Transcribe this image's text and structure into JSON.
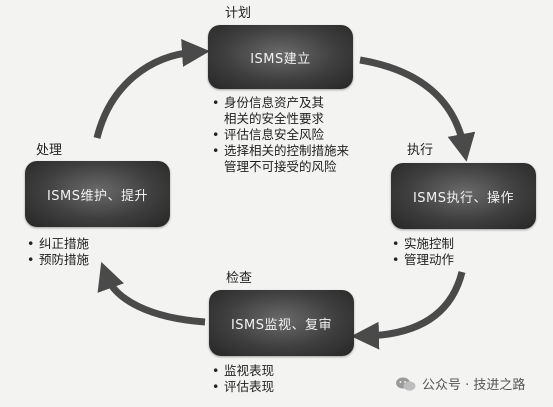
{
  "stages": {
    "plan": {
      "title": "计划",
      "box_label": "ISMS建立",
      "bullets": [
        [
          "身份信息资产及其",
          "相关的安全性要求"
        ],
        [
          "评估信息安全风险"
        ],
        [
          "选择相关的控制措施来",
          "管理不可接受的风险"
        ]
      ]
    },
    "do": {
      "title": "执行",
      "box_label": "ISMS执行、操作",
      "bullets": [
        [
          "实施控制"
        ],
        [
          "管理动作"
        ]
      ]
    },
    "check": {
      "title": "检查",
      "box_label": "ISMS监视、复审",
      "bullets": [
        [
          "监视表现"
        ],
        [
          "评估表现"
        ]
      ]
    },
    "act": {
      "title": "处理",
      "box_label": "ISMS维护、提升",
      "bullets": [
        [
          "纠正措施"
        ],
        [
          "预防措施"
        ]
      ]
    }
  },
  "watermark": {
    "icon": "wechat-icon",
    "text": "公众号 · 技进之路"
  },
  "colors": {
    "box_dark": "#2a2a2a",
    "box_light": "#6a6a6a",
    "arrow": "#4a4a4a",
    "background": "#f3f3f1"
  }
}
